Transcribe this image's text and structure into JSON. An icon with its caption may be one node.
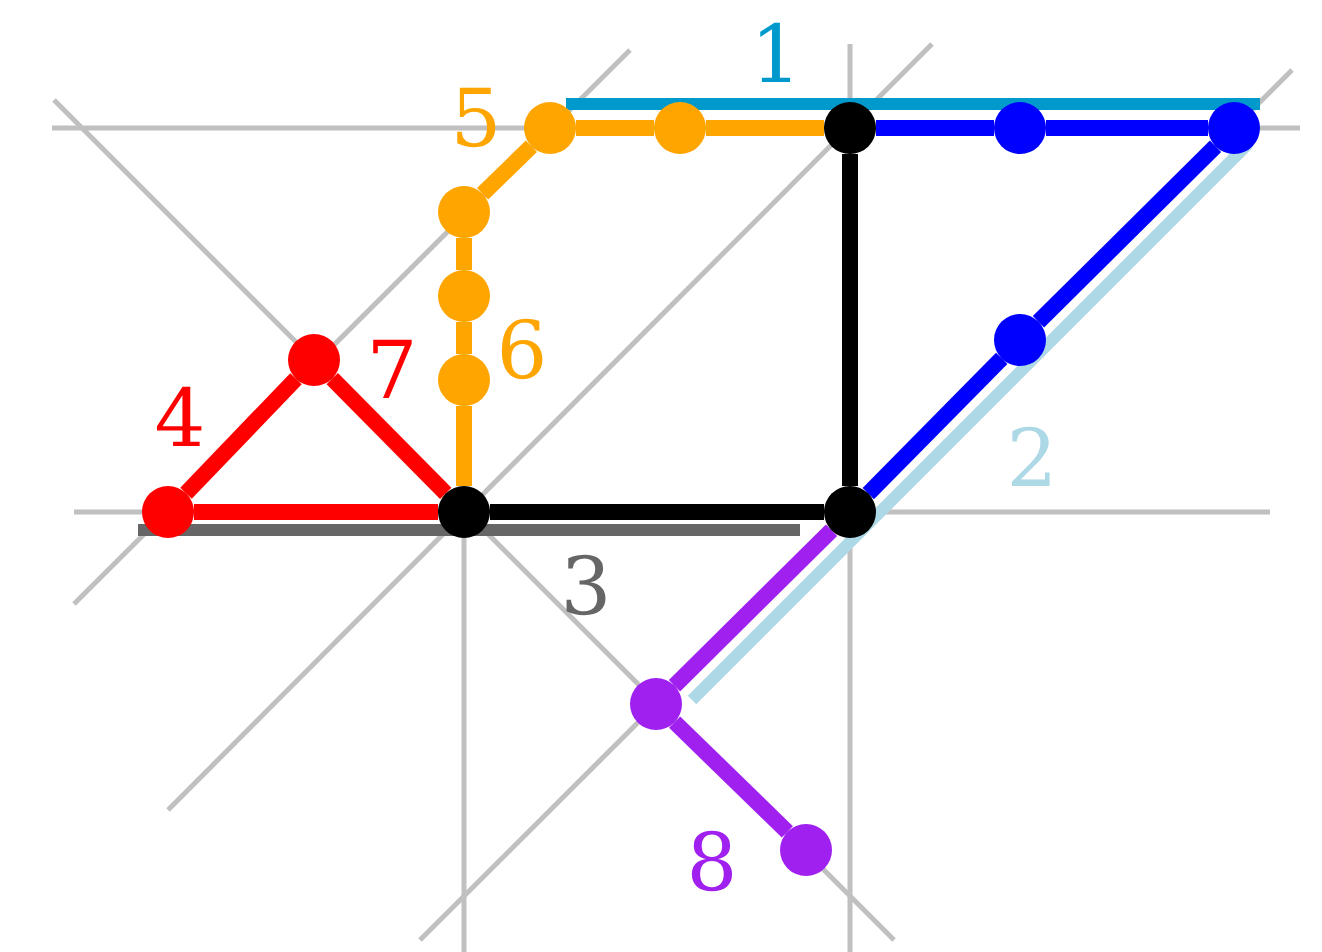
{
  "diagram": {
    "nodes": [
      {
        "text": [],
        "shape": "circle"
      },
      {
        "text": [],
        "shape": "circle"
      },
      {
        "text": [],
        "shape": "circle"
      },
      {
        "text": [],
        "shape": "circle"
      },
      {
        "text": [],
        "shape": "circle"
      },
      {
        "text": [],
        "shape": "circle"
      },
      {
        "text": [],
        "shape": "circle"
      },
      {
        "text": [],
        "shape": "circle"
      },
      {
        "text": [],
        "shape": "circle"
      },
      {
        "text": [],
        "shape": "circle"
      },
      {
        "text": [],
        "shape": "circle"
      },
      {
        "text": [],
        "shape": "circle"
      },
      {
        "text": [],
        "shape": "circle"
      },
      {
        "text": [],
        "shape": "circle"
      },
      {
        "text": [],
        "shape": "circle"
      }
    ],
    "edges": [
      {
        "from": 11,
        "to": 7,
        "arrow": "none",
        "color": "#ffa500"
      },
      {
        "from": 7,
        "to": 6,
        "arrow": "none",
        "color": "#ffa500"
      },
      {
        "from": 6,
        "to": 5,
        "arrow": "none",
        "color": "#ffa500"
      },
      {
        "from": 5,
        "to": 0,
        "arrow": "none",
        "color": "#ffa500"
      },
      {
        "from": 0,
        "to": 1,
        "arrow": "none",
        "color": "#ffa500"
      },
      {
        "from": 1,
        "to": 2,
        "arrow": "none",
        "color": "#ffa500"
      },
      {
        "from": 11,
        "to": 12,
        "arrow": "none",
        "color": "#000000"
      },
      {
        "from": 12,
        "to": 2,
        "arrow": "none",
        "color": "#000000"
      },
      {
        "from": 2,
        "to": 3,
        "arrow": "none",
        "color": "#0000ff"
      },
      {
        "from": 3,
        "to": 4,
        "arrow": "none",
        "color": "#0000ff"
      },
      {
        "from": 4,
        "to": 9,
        "arrow": "none",
        "color": "#0000ff"
      },
      {
        "from": 9,
        "to": 12,
        "arrow": "none",
        "color": "#0000ff"
      },
      {
        "from": 10,
        "to": 11,
        "arrow": "none",
        "color": "#ff0000"
      },
      {
        "from": 11,
        "to": 8,
        "arrow": "none",
        "color": "#ff0000"
      },
      {
        "from": 8,
        "to": 10,
        "arrow": "none",
        "color": "#ff0000"
      },
      {
        "from": 12,
        "to": 13,
        "arrow": "none",
        "color": "#a020f0"
      },
      {
        "from": 13,
        "to": 14,
        "arrow": "none",
        "color": "#a020f0"
      }
    ],
    "labels": [
      "1",
      "5",
      "6",
      "7",
      "4",
      "2",
      "3",
      "8"
    ]
  }
}
